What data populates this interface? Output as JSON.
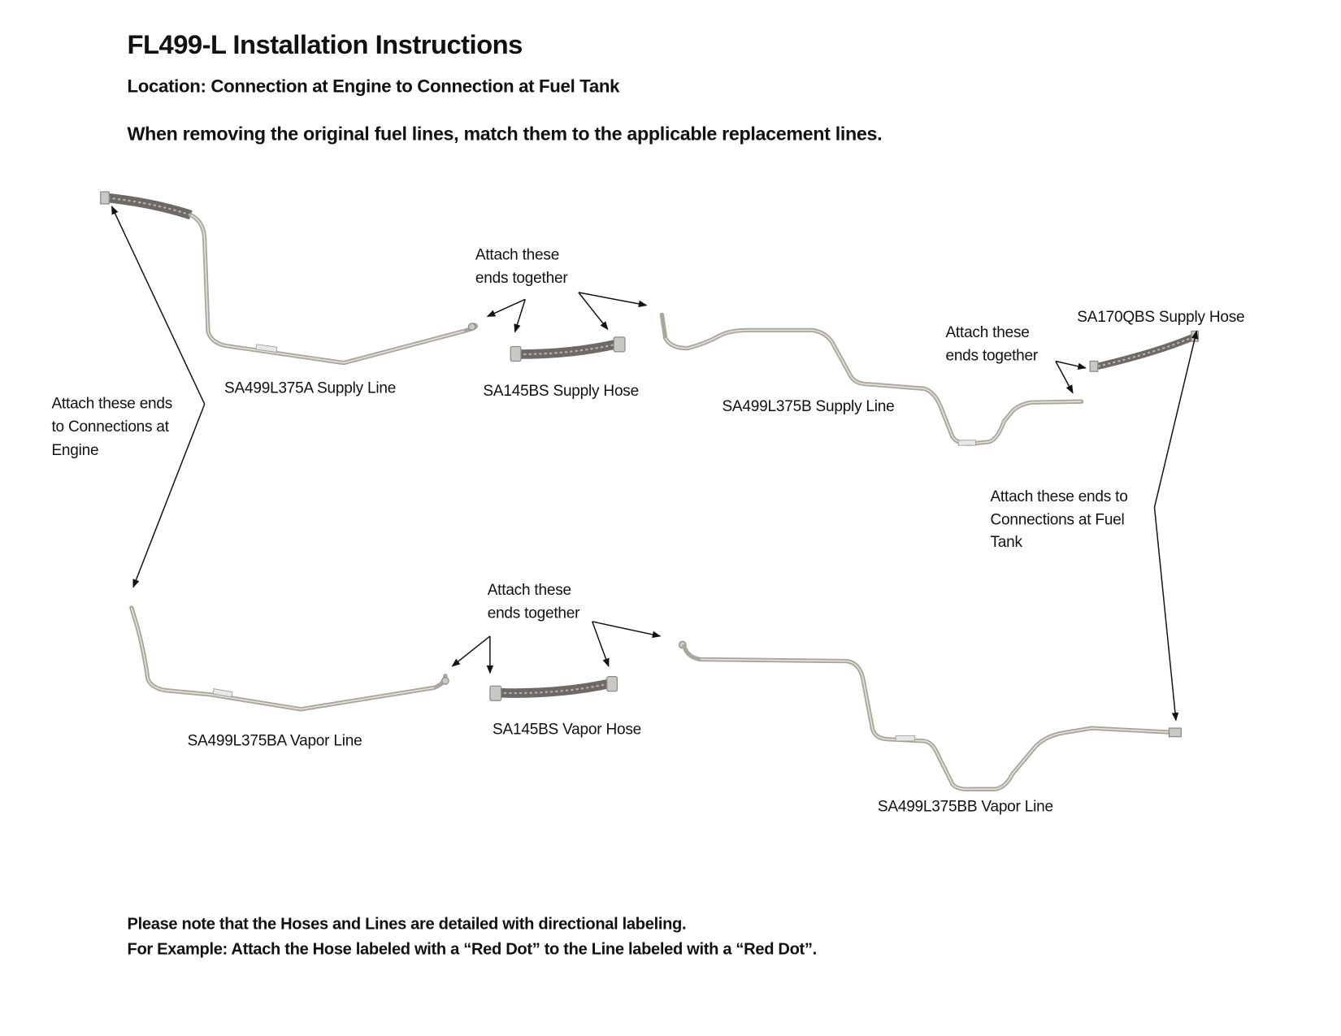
{
  "title": "FL499-L Installation Instructions",
  "location": "Location: Connection at Engine to Connection at Fuel Tank",
  "instruction": "When removing the original fuel lines, match them to the applicable replacement lines.",
  "parts": {
    "supply_line_a": "SA499L375A Supply Line",
    "supply_hose_145": "SA145BS Supply Hose",
    "supply_line_b": "SA499L375B Supply Line",
    "supply_hose_170": "SA170QBS Supply Hose",
    "vapor_line_ba": "SA499L375BA Vapor Line",
    "vapor_hose_145": "SA145BS Vapor Hose",
    "vapor_line_bb": "SA499L375BB Vapor Line"
  },
  "callouts": {
    "engine": [
      "Attach these ends",
      "to Connections at",
      "Engine"
    ],
    "together_top": [
      "Attach these",
      "ends together"
    ],
    "together_right": [
      "Attach these",
      "ends together"
    ],
    "together_bottom": [
      "Attach these",
      "ends together"
    ],
    "fuel_tank": [
      "Attach these ends to",
      "Connections at Fuel",
      "Tank"
    ]
  },
  "notes": [
    "Please note that the Hoses and Lines are detailed with directional labeling.",
    "For Example: Attach the Hose labeled with a “Red Dot” to the Line labeled with a “Red Dot”."
  ]
}
